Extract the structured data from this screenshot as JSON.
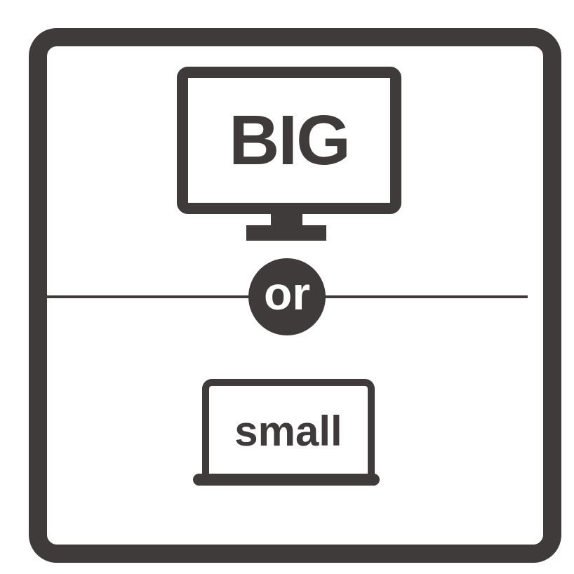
{
  "icon": {
    "big_label": "BIG",
    "or_label": "or",
    "small_label": "small",
    "colors": {
      "ink": "#3f3b3b",
      "background": "#ffffff"
    },
    "monitor_icon": "monitor-icon",
    "laptop_icon": "laptop-icon"
  }
}
